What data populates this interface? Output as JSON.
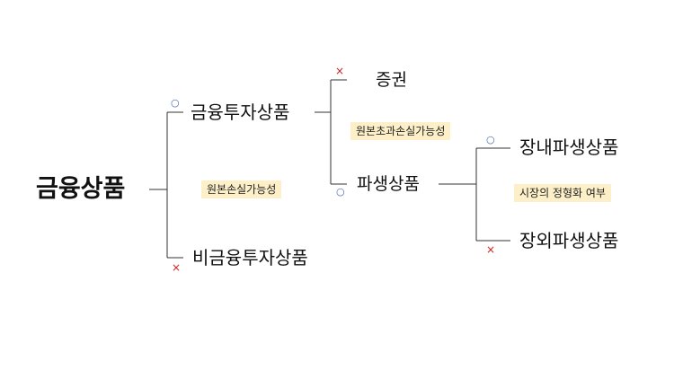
{
  "nodes": {
    "root": "금융상품",
    "financial_investment": "금융투자상품",
    "non_financial_investment": "비금융투자상품",
    "securities": "증권",
    "derivatives": "파생상품",
    "exchange_traded": "장내파생상품",
    "otc": "장외파생상품"
  },
  "criteria": {
    "principal_loss": "원본손실가능성",
    "principal_excess_loss": "원본초과손실가능성",
    "standardized_market": "시장의 정형화 여부"
  },
  "marks": {
    "yes": "○",
    "no": "×"
  },
  "colors": {
    "yes": "#4a6ab0",
    "no": "#cc2222",
    "criterion_bg": "#fdf0c8",
    "line": "#333333"
  }
}
